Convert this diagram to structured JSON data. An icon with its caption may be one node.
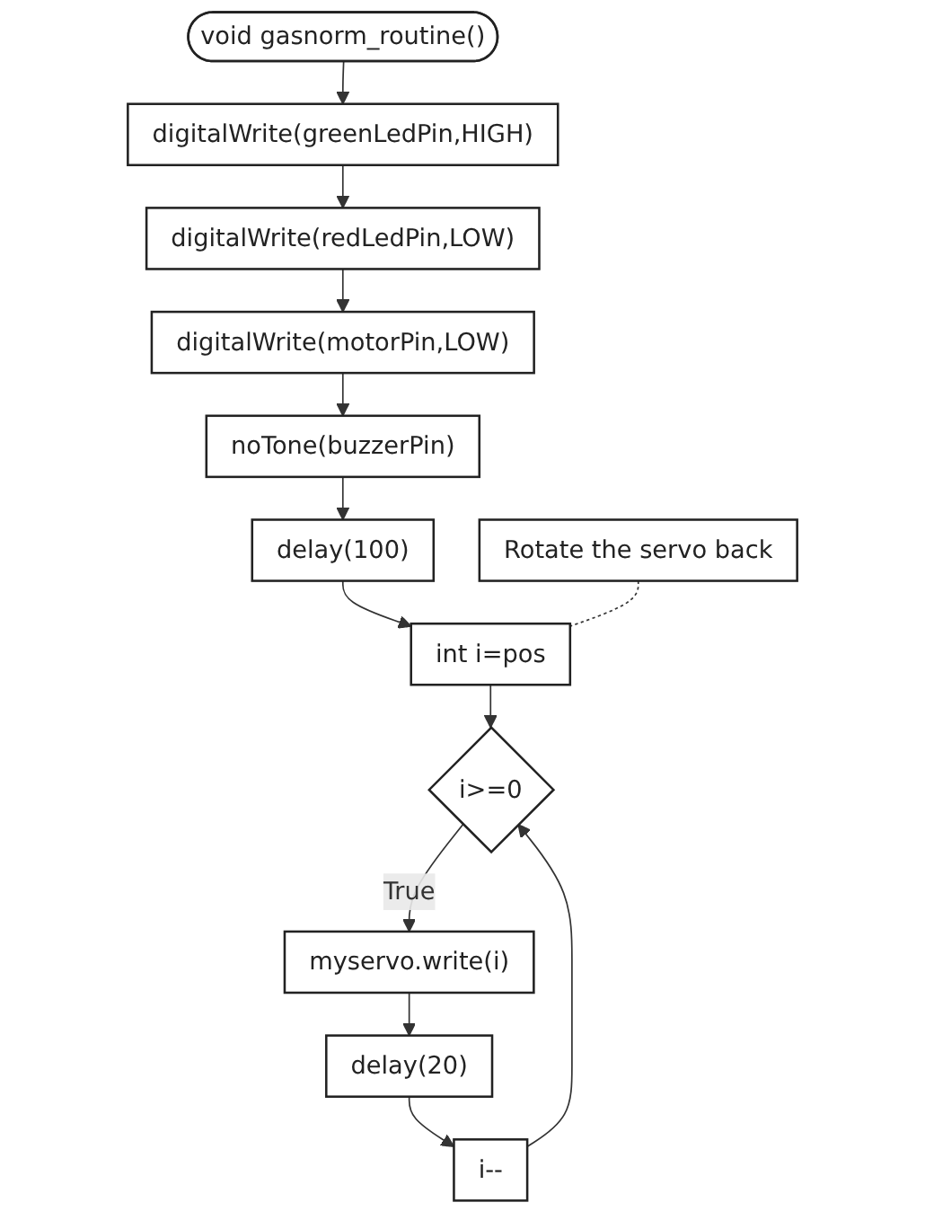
{
  "diagram": {
    "nodes": [
      {
        "text": [
          "void gasnorm_routine()"
        ]
      },
      {
        "text": [
          "digitalWrite(greenLedPin,HIGH)"
        ]
      },
      {
        "text": [
          "digitalWrite(redLedPin,LOW)"
        ]
      },
      {
        "text": [
          "digitalWrite(motorPin,LOW)"
        ]
      },
      {
        "text": [
          "noTone(buzzerPin)"
        ]
      },
      {
        "text": [
          "delay(100)"
        ]
      },
      {
        "text": [
          "Rotate the servo back"
        ]
      },
      {
        "text": [
          "int i=pos"
        ]
      },
      {
        "text": [
          "i>=0"
        ]
      },
      {
        "text": [
          "myservo.write(i)"
        ]
      },
      {
        "text": [
          "delay(20)"
        ]
      },
      {
        "text": [
          "i--"
        ]
      }
    ],
    "edges": [
      {
        "from": 0,
        "to": 1,
        "arrow": "to"
      },
      {
        "from": 1,
        "to": 2,
        "arrow": "to"
      },
      {
        "from": 2,
        "to": 3,
        "arrow": "to"
      },
      {
        "from": 3,
        "to": 4,
        "arrow": "to"
      },
      {
        "from": 4,
        "to": 5,
        "arrow": "to"
      },
      {
        "from": 5,
        "to": 7,
        "arrow": "to"
      },
      {
        "from": 6,
        "to": 7,
        "arrow": "none",
        "style": "dashed"
      },
      {
        "from": 7,
        "to": 8,
        "arrow": "to"
      },
      {
        "from": 8,
        "to": 9,
        "arrow": "to",
        "label": "True"
      },
      {
        "from": 9,
        "to": 10,
        "arrow": "to"
      },
      {
        "from": 10,
        "to": 11,
        "arrow": "to"
      },
      {
        "from": 11,
        "to": 8,
        "arrow": "to"
      }
    ]
  }
}
